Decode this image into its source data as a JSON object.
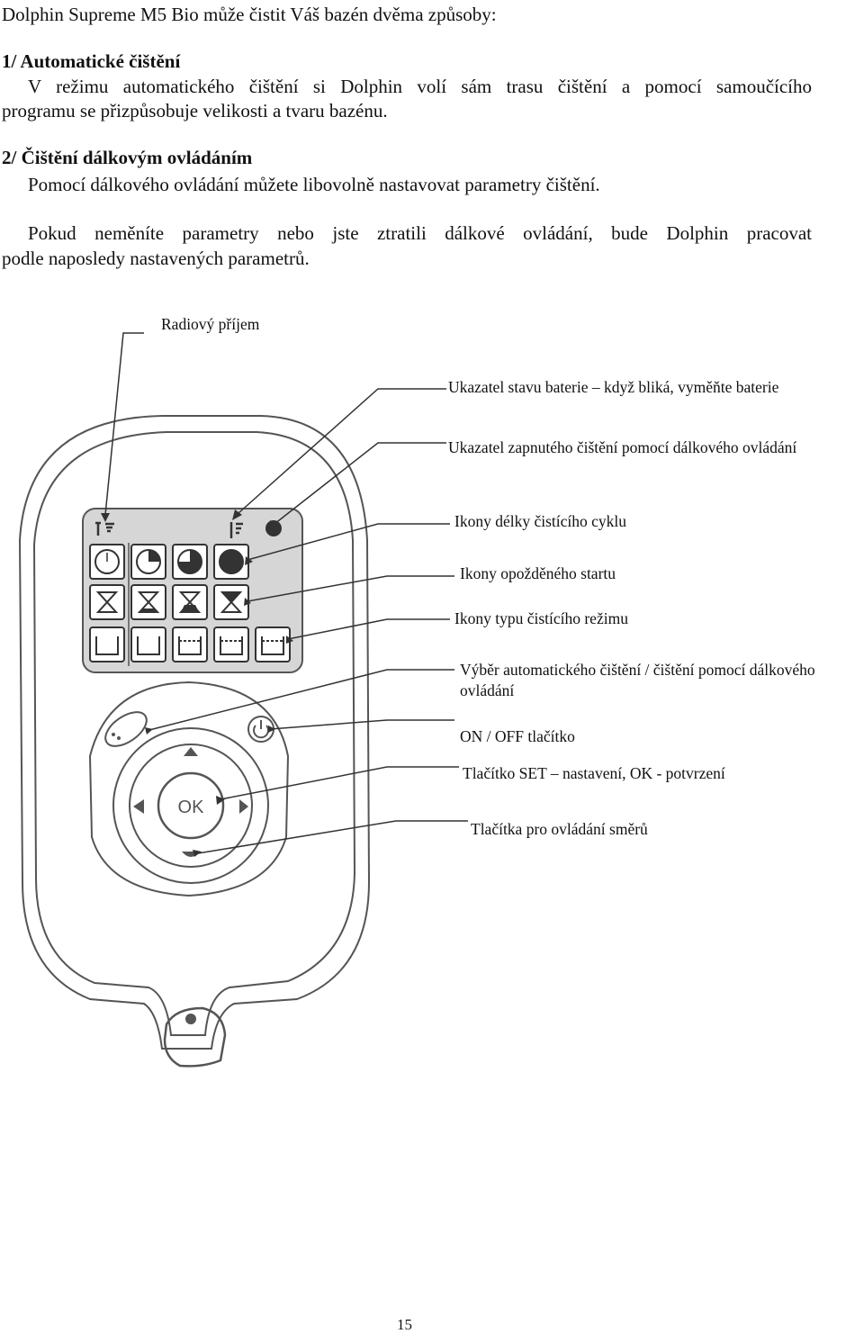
{
  "intro": "Dolphin Supreme M5 Bio může čistit Váš bazén dvěma způsoby:",
  "section1": {
    "heading": "1/ Automatické čištění",
    "line1": "V režimu automatického čištění si Dolphin volí sám trasu čištění a pomocí samoučícího",
    "line2": "programu se přizpůsobuje velikosti a tvaru bazénu."
  },
  "section2": {
    "heading": "2/ Čištění dálkovým ovládáním",
    "line1": "Pomocí dálkového ovládání můžete libovolně nastavovat parametry čištění."
  },
  "note": {
    "line1": "Pokud neměníte parametry nebo jste ztratili dálkové ovládání, bude Dolphin pracovat",
    "line2": "podle naposledy nastavených parametrů."
  },
  "labels": {
    "radio": "Radiový příjem",
    "battery": "Ukazatel stavu baterie – když bliká, vyměňte baterie",
    "remote_on": "Ukazatel zapnutého čištění pomocí dálkového ovládání",
    "cycle": "Ikony délky čistícího cyklu",
    "delay": "Ikony opožděného startu",
    "mode": "Ikony typu čistícího režimu",
    "select_1": "Výběr automatického čištění / čištění pomocí dálkového",
    "select_2": "ovládání",
    "onoff": "ON / OFF tlačítko",
    "set": "Tlačítko SET – nastavení, OK - potvrzení",
    "dirs": "Tlačítka pro ovládání směrů"
  },
  "remote": {
    "ok_label": "OK"
  },
  "page_number": "15"
}
